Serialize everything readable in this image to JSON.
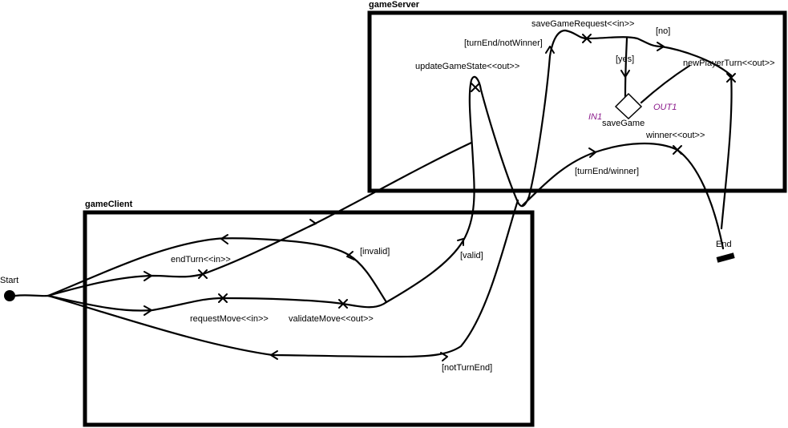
{
  "containers": {
    "game_server": "gameServer",
    "game_client": "gameClient"
  },
  "nodes": {
    "start": "Start",
    "end": "End",
    "save_game": "saveGame",
    "in1": "IN1",
    "out1": "OUT1"
  },
  "events": {
    "end_turn": "endTurn<<in>>",
    "request_move": "requestMove<<in>>",
    "validate_move": "validateMove<<out>>",
    "update_game_state": "updateGameState<<out>>",
    "save_game_request": "saveGameRequest<<in>>",
    "new_player_turn": "newPlayerTurn<<out>>",
    "winner": "winner<<out>>"
  },
  "guards": {
    "invalid": "[invalid]",
    "valid": "[valid]",
    "not_turn_end": "[notTurnEnd]",
    "turn_end_not_winner": "[turnEnd/notWinner]",
    "turn_end_winner": "[turnEnd/winner]",
    "yes": "[yes]",
    "no": "[no]"
  },
  "colors": {
    "ink": "#000000",
    "port": "#8b1a8b"
  }
}
